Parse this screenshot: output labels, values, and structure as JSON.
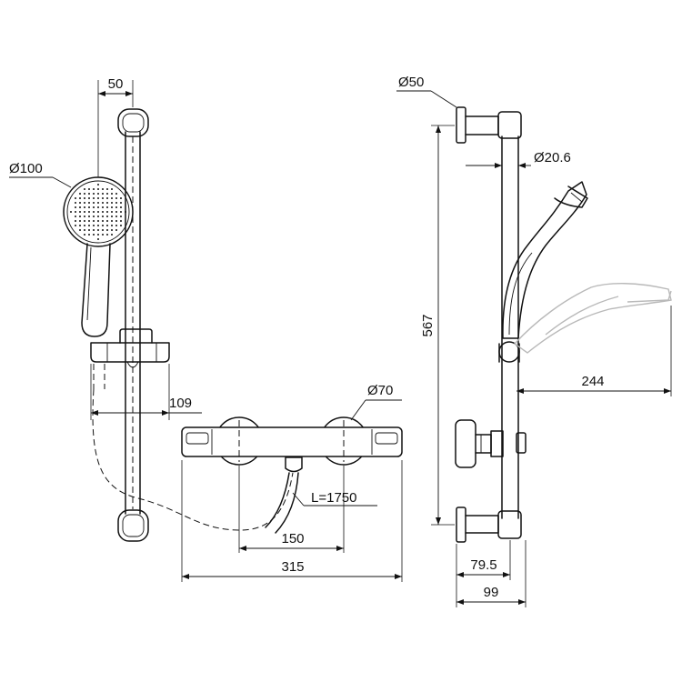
{
  "dimensions": {
    "rail_offset": "50",
    "head_diameter": "Ø100",
    "bracket_diameter": "Ø50",
    "rail_diameter": "Ø20.6",
    "rail_length": "567",
    "spray_reach": "244",
    "escutcheon_diameter": "Ø70",
    "hose_length": "L=1750",
    "holder_projection": "109",
    "inlet_centres": "150",
    "valve_width": "315",
    "bracket_depth_inner": "79.5",
    "bracket_depth_outer": "99"
  }
}
